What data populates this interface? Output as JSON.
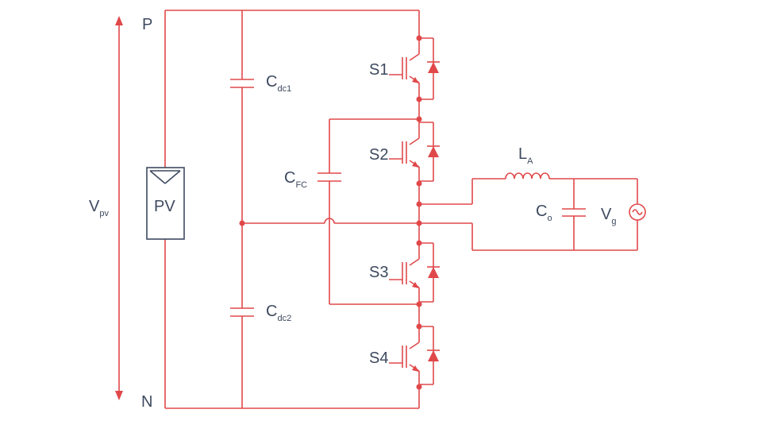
{
  "colors": {
    "wire": "#e0484a",
    "text": "#3e4a60",
    "background": "#ffffff"
  },
  "nodes": {
    "positive": "P",
    "negative": "N"
  },
  "voltage": {
    "symbol": "V",
    "subscript": "pv"
  },
  "pv_panel": {
    "label": "PV"
  },
  "capacitors": {
    "cdc1": {
      "symbol": "C",
      "subscript": "dc1"
    },
    "cdc2": {
      "symbol": "C",
      "subscript": "dc2"
    },
    "cfc": {
      "symbol": "C",
      "subscript": "FC"
    },
    "co": {
      "symbol": "C",
      "subscript": "o"
    }
  },
  "switches": [
    "S1",
    "S2",
    "S3",
    "S4"
  ],
  "inductor": {
    "symbol": "L",
    "subscript": "A"
  },
  "grid": {
    "symbol": "V",
    "subscript": "g",
    "icon": "ac-source-icon"
  }
}
